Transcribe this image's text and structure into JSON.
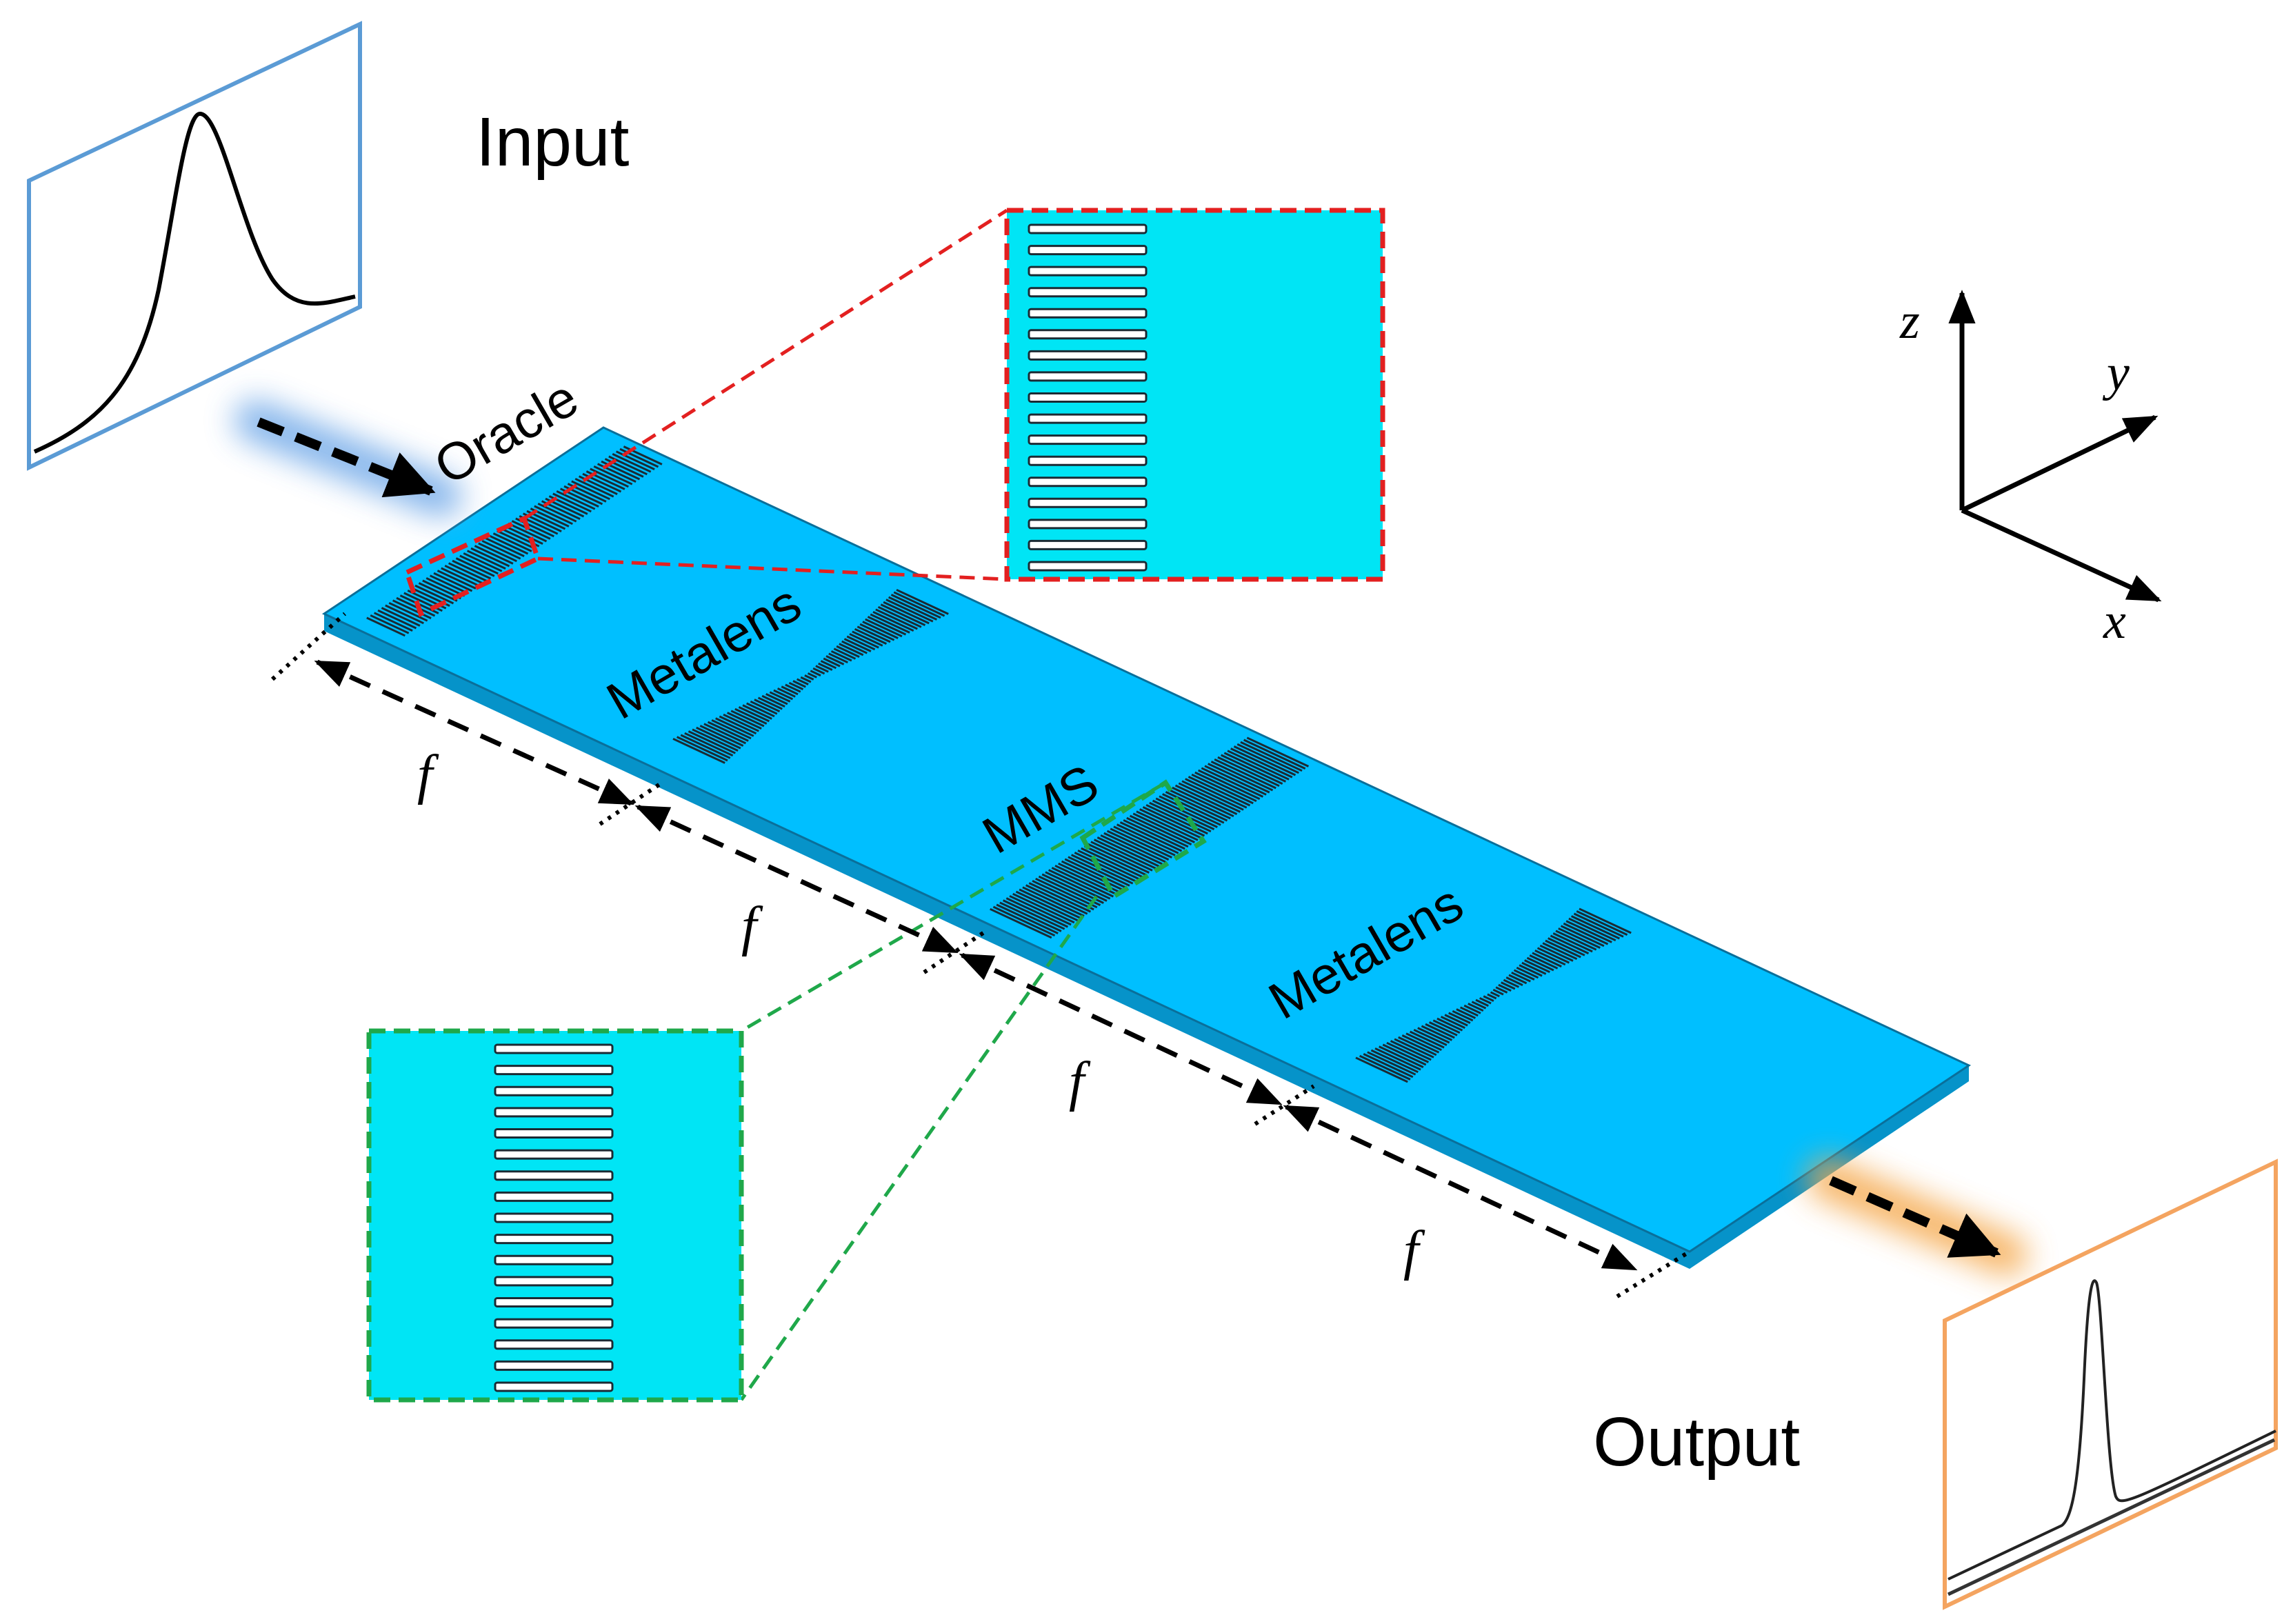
{
  "labels": {
    "input": "Input",
    "output": "Output",
    "oracle": "Oracle",
    "metalens_1": "Metalens",
    "mms": "MMS",
    "metalens_2": "Metalens",
    "focal": [
      "f",
      "f",
      "f",
      "f"
    ]
  },
  "axes": {
    "z": "z",
    "y": "y",
    "x": "x"
  },
  "colors": {
    "slab_top": "#00BFFF",
    "slab_side": "#0693C9",
    "inset_fill": "#00E5F5",
    "input_frame": "#5B9BD5",
    "output_frame": "#F4A460",
    "red_callout": "#E32020",
    "green_callout": "#1FA84A",
    "input_glow": "#6FA8E8",
    "output_glow": "#F5A94E"
  },
  "icons": [
    "gaussian-curve-icon",
    "sharp-peak-curve-icon",
    "arrow-icon"
  ]
}
